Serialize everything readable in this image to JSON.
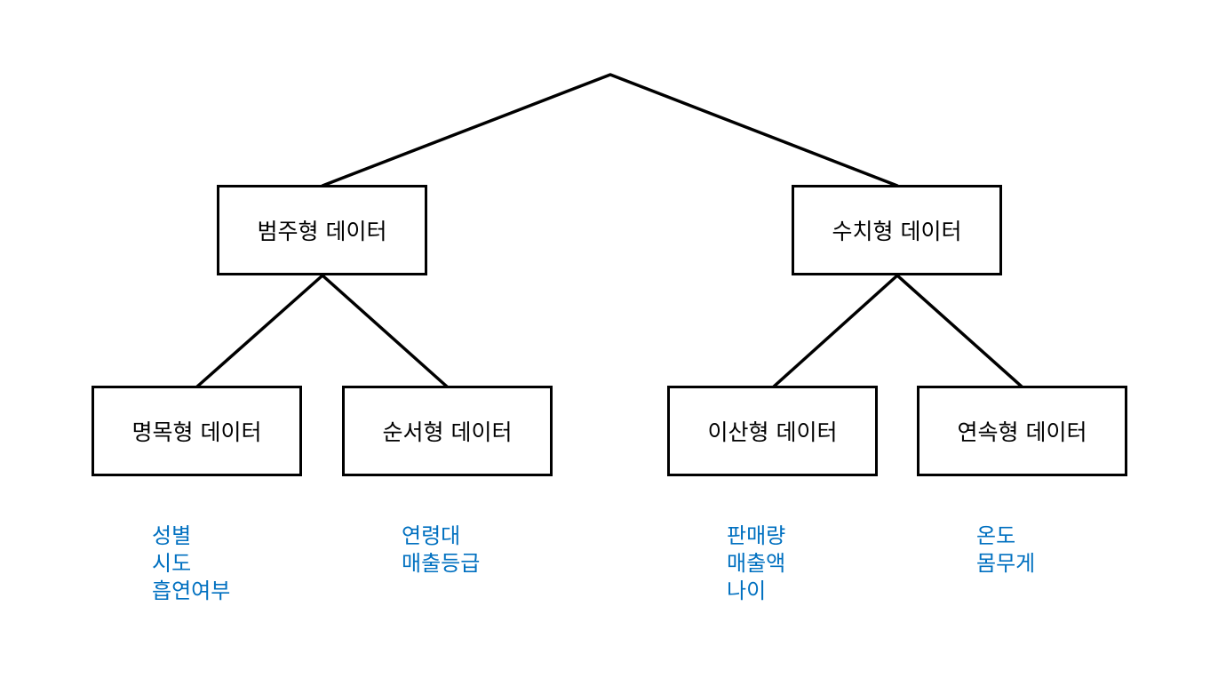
{
  "colors": {
    "line": "#000000",
    "box_border": "#000000",
    "label_text": "#000000",
    "example_text": "#0070c0"
  },
  "nodes": {
    "categorical": {
      "label": "범주형 데이터"
    },
    "numerical": {
      "label": "수치형 데이터"
    },
    "nominal": {
      "label": "명목형 데이터",
      "examples": [
        "성별",
        "시도",
        "흡연여부"
      ]
    },
    "ordinal": {
      "label": "순서형 데이터",
      "examples": [
        "연령대",
        "매출등급"
      ]
    },
    "discrete": {
      "label": "이산형 데이터",
      "examples": [
        "판매량",
        "매출액",
        "나이"
      ]
    },
    "continuous": {
      "label": "연속형 데이터",
      "examples": [
        "온도",
        "몸무게"
      ]
    }
  }
}
